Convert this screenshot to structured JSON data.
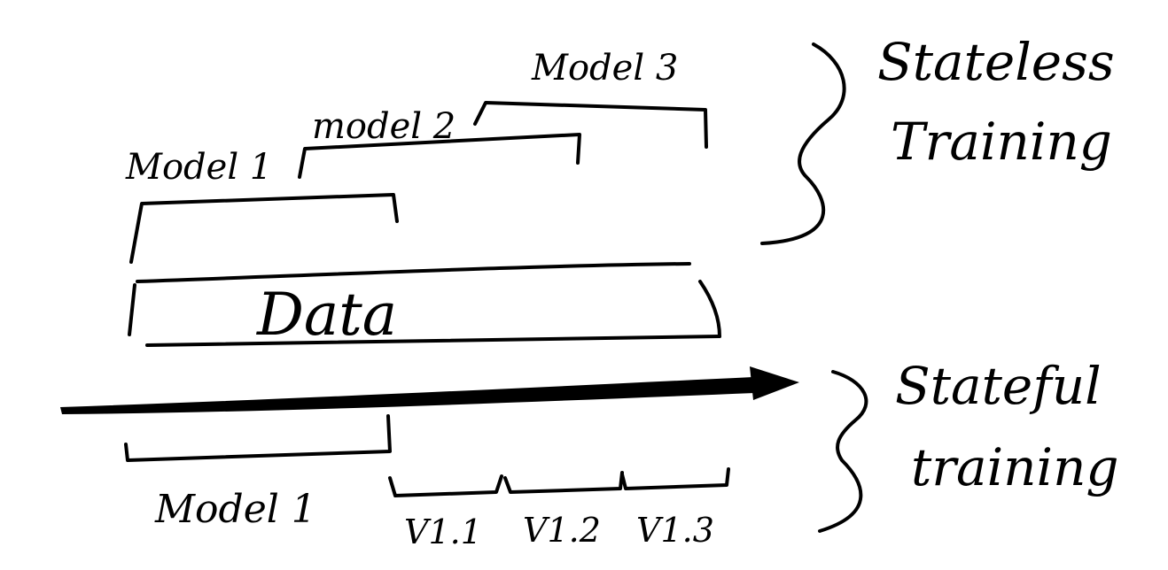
{
  "stateless": {
    "models": [
      "Model 1",
      "model 2",
      "Model 3"
    ],
    "label_line1": "Stateless",
    "label_line2": "Training"
  },
  "data_label": "Data",
  "stateful": {
    "model": "Model 1",
    "versions": [
      "V1.1",
      "V1.2",
      "V1.3"
    ],
    "label_line1": "Stateful",
    "label_line2": "training"
  },
  "colors": {
    "ink": "#000000",
    "background": "#ffffff"
  }
}
